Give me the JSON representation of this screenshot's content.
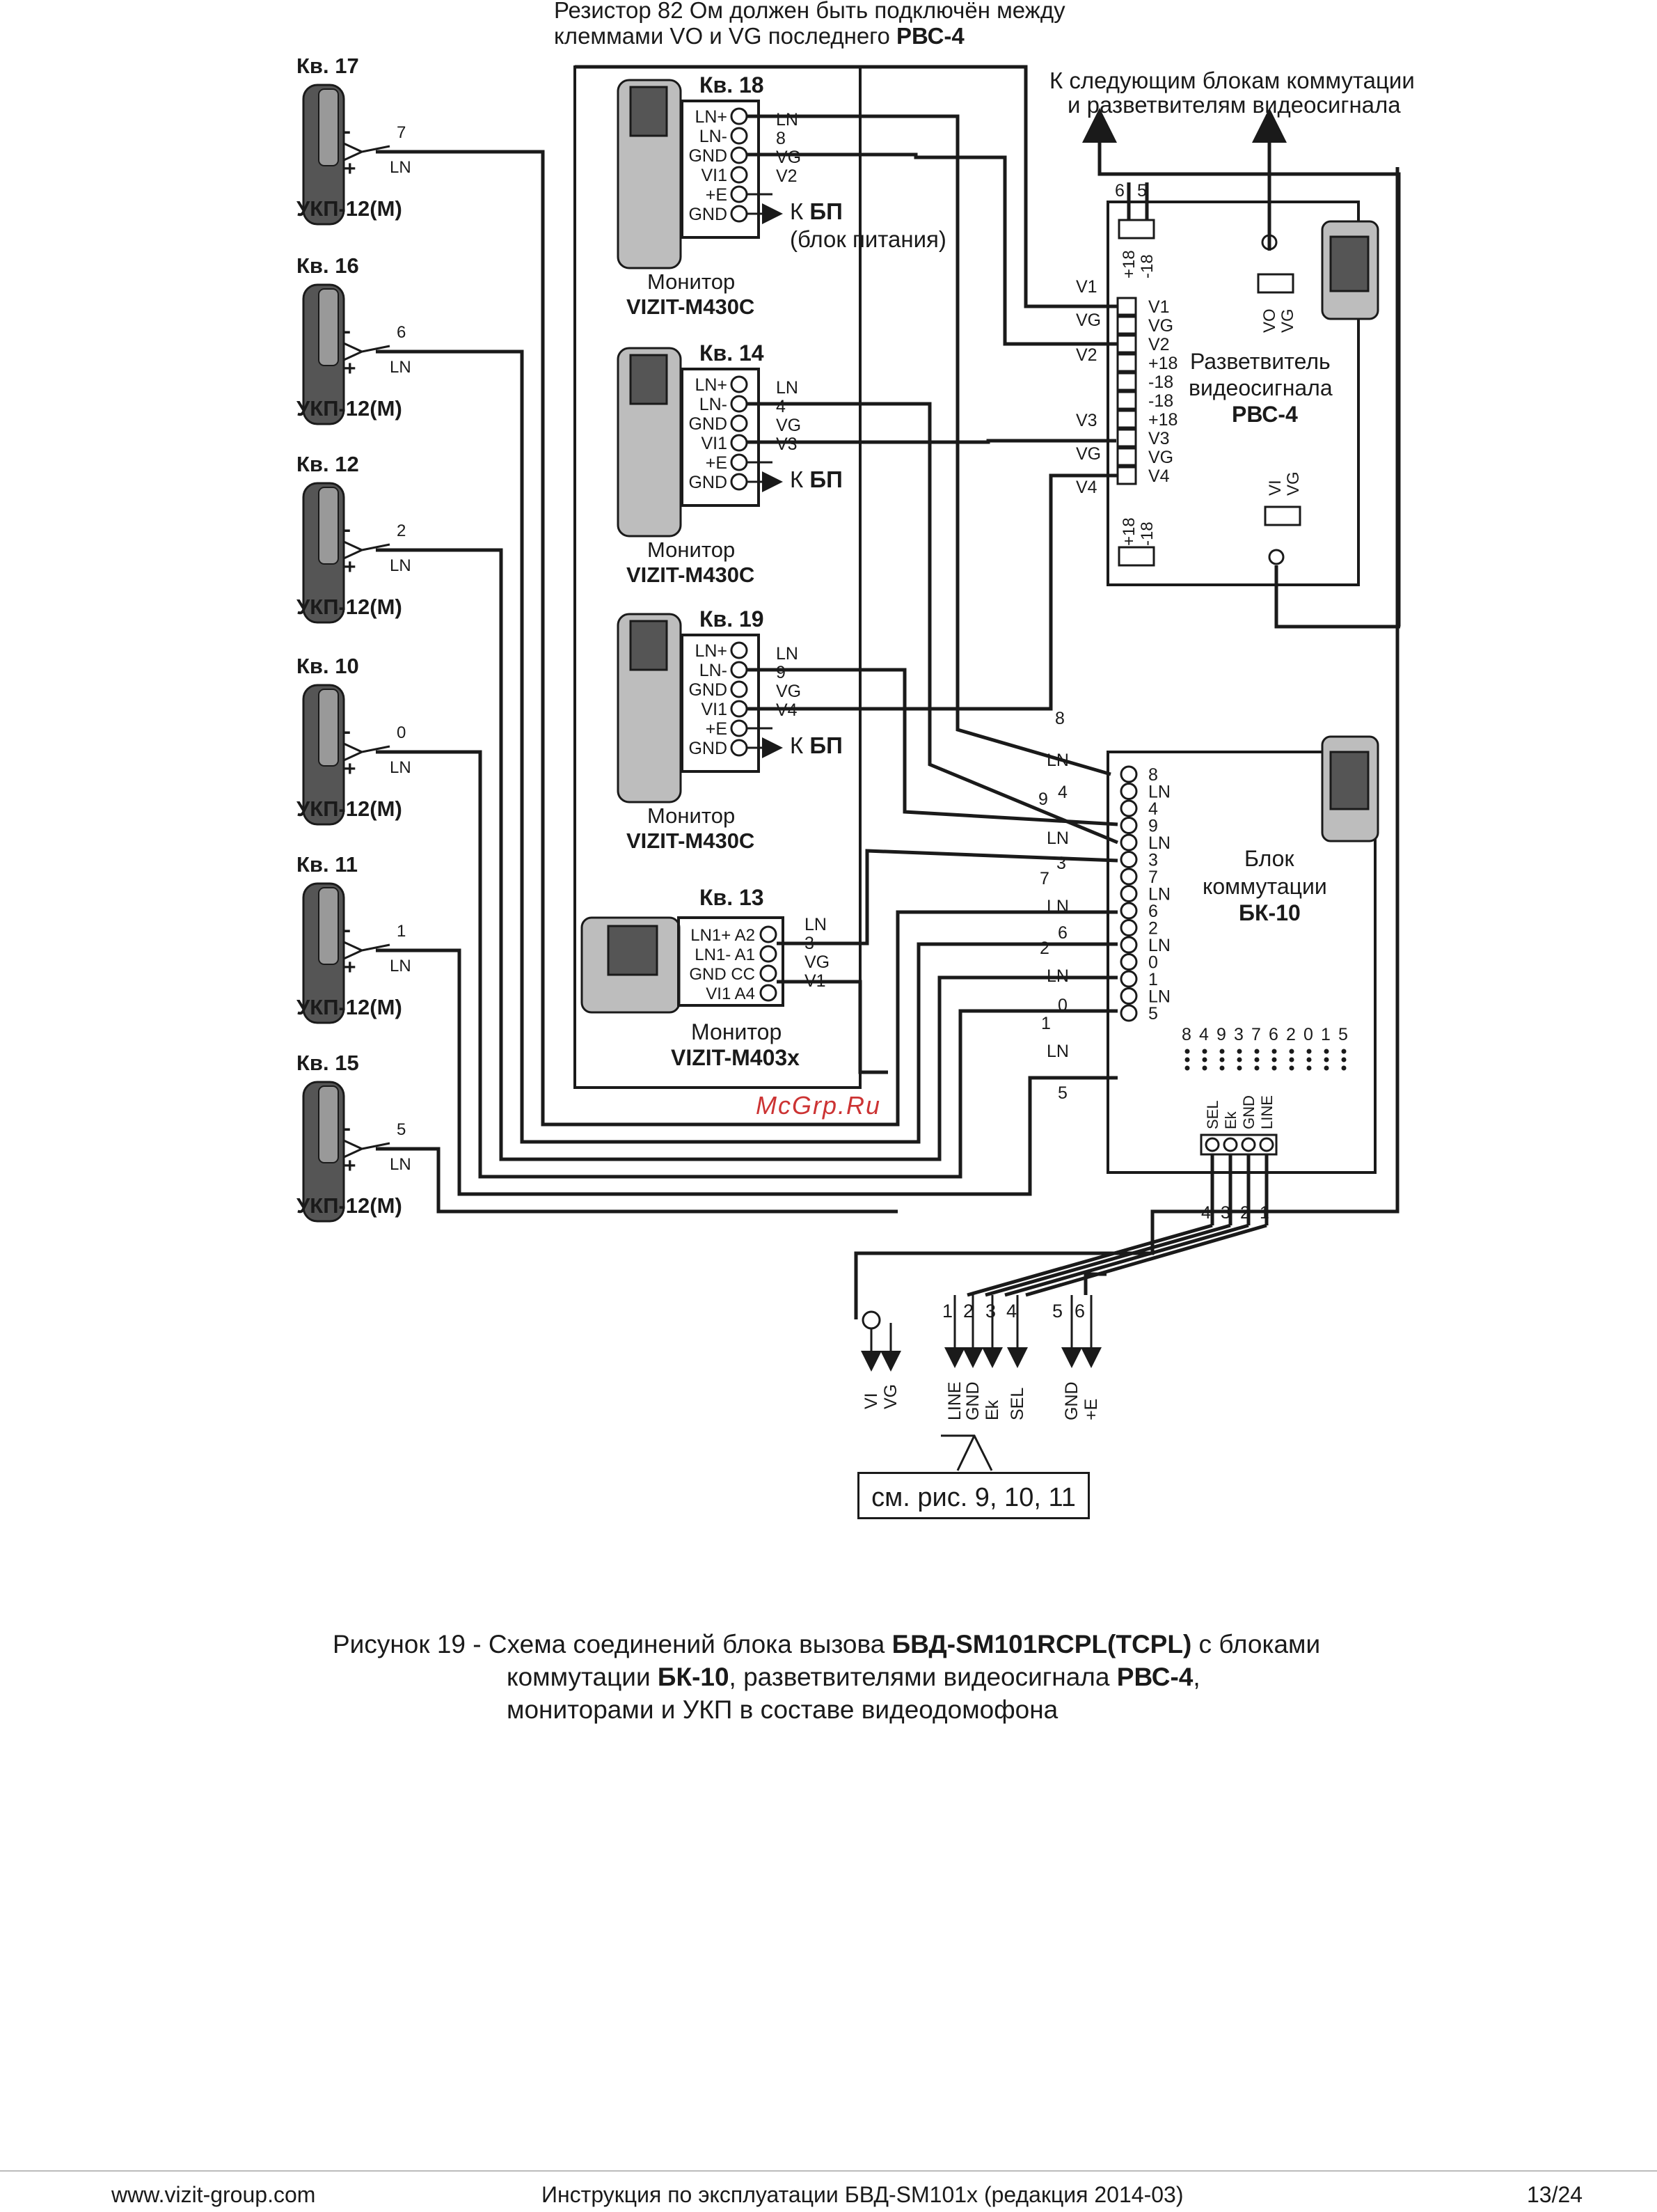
{
  "top_note": {
    "line1": "Резистор 82 Ом должен быть подключён между",
    "line2_pre": "клеммами VO и VG последнего ",
    "line2_bold": "РВС-4"
  },
  "next_blocks_note": {
    "line1": "К следующим блокам коммутации",
    "line2": "и разветвителям видеосигнала"
  },
  "handsets": [
    {
      "apt": "Кв. 17",
      "num": "7",
      "model": "УКП-12(М)"
    },
    {
      "apt": "Кв. 16",
      "num": "6",
      "model": "УКП-12(М)"
    },
    {
      "apt": "Кв. 12",
      "num": "2",
      "model": "УКП-12(М)"
    },
    {
      "apt": "Кв. 10",
      "num": "0",
      "model": "УКП-12(М)"
    },
    {
      "apt": "Кв. 11",
      "num": "1",
      "model": "УКП-12(М)"
    },
    {
      "apt": "Кв. 15",
      "num": "5",
      "model": "УКП-12(М)"
    }
  ],
  "handset_marks": {
    "minus": "-",
    "plus": "+",
    "ln": "LN"
  },
  "monitors": [
    {
      "apt": "Кв. 18",
      "terminals": [
        "LN+",
        "LN-",
        "GND",
        "VI1",
        "+E",
        "GND"
      ],
      "wires": [
        "LN",
        "8",
        "VG",
        "V2"
      ],
      "psu_bold": "БП",
      "psu_pre": "К ",
      "psu_note": "(блок питания)",
      "caption": "Монитор",
      "model": "VIZIT-M430C"
    },
    {
      "apt": "Кв. 14",
      "terminals": [
        "LN+",
        "LN-",
        "GND",
        "VI1",
        "+E",
        "GND"
      ],
      "wires": [
        "LN",
        "4",
        "VG",
        "V3"
      ],
      "psu_bold": "БП",
      "psu_pre": "К ",
      "caption": "Монитор",
      "model": "VIZIT-M430C"
    },
    {
      "apt": "Кв. 19",
      "terminals": [
        "LN+",
        "LN-",
        "GND",
        "VI1",
        "+E",
        "GND"
      ],
      "wires": [
        "LN",
        "9",
        "VG",
        "V4"
      ],
      "psu_bold": "БП",
      "psu_pre": "К ",
      "caption": "Монитор",
      "model": "VIZIT-M430C"
    }
  ],
  "monitor13": {
    "apt": "Кв. 13",
    "terminals": [
      "LN1+ A2",
      "LN1- A1",
      "GND CC",
      "VI1 A4"
    ],
    "wires": [
      "LN",
      "3",
      "VG",
      "V1"
    ],
    "caption": "Монитор",
    "model": "VIZIT-M403x"
  },
  "splitter": {
    "title1": "Разветвитель",
    "title2": "видеосигнала",
    "model": "РВС-4",
    "top_power": [
      "+18",
      "-18"
    ],
    "top_power_nums": [
      "6",
      "5"
    ],
    "vo": [
      "VO",
      "VG"
    ],
    "terminals": [
      "V1",
      "VG",
      "V2",
      "+18",
      "-18",
      "-18",
      "+18",
      "V3",
      "VG",
      "V4"
    ],
    "left_labels": [
      "V1",
      "VG",
      "V2",
      "V3",
      "VG",
      "V4"
    ],
    "bottom_power": [
      "+18",
      "-18"
    ],
    "vi": [
      "VI",
      "VG"
    ]
  },
  "switch_block": {
    "title1": "Блок",
    "title2": "коммутации",
    "model": "БК-10",
    "terminals": [
      "8",
      "LN",
      "4",
      "9",
      "LN",
      "3",
      "7",
      "LN",
      "6",
      "2",
      "LN",
      "0",
      "1",
      "LN",
      "5"
    ],
    "left_labels": [
      "8",
      "LN",
      "9",
      "4",
      "LN",
      "3",
      "7",
      "LN",
      "6",
      "2",
      "LN",
      "0",
      "1",
      "LN",
      "5"
    ],
    "jumper_labels": [
      "8",
      "4",
      "9",
      "3",
      "7",
      "6",
      "2",
      "0",
      "1",
      "5"
    ],
    "bottom_terms": [
      "SEL",
      "Ek",
      "GND",
      "LINE"
    ],
    "bottom_nums": [
      "4",
      "3",
      "2",
      "1"
    ]
  },
  "call_block": {
    "nums": [
      "1",
      "2",
      "3",
      "4",
      "5",
      "6"
    ],
    "labels": [
      "LINE",
      "GND",
      "Ek",
      "SEL",
      "GND",
      "+E"
    ],
    "video": [
      "VI",
      "VG"
    ],
    "ref": "см. рис. 9, 10, 11"
  },
  "caption": {
    "pre1": "Рисунок 19 - Схема соединений блока вызова ",
    "bold1": "БВД-SM101RCPL(TCPL)",
    "post1": " с блоками",
    "pre2": "коммутации ",
    "bold2": "БК-10",
    "mid2": ", разветвителями видеосигнала ",
    "bold3": "РВС-4",
    "post2": ",",
    "line3": "мониторами и УКП в составе видеодомофона"
  },
  "watermark": "McGrp.Ru",
  "footer": {
    "site": "www.vizit-group.com",
    "doc": "Инструкция по эксплуатации БВД-SM101x (редакция 2014-03)",
    "page": "13/24"
  }
}
